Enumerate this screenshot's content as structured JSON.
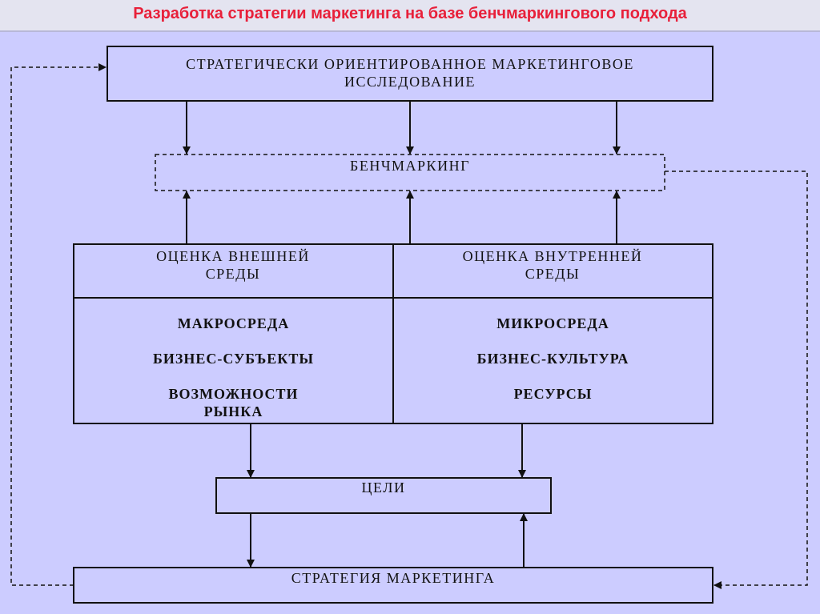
{
  "title": "Разработка стратегии маркетинга на базе бенчмаркингового подхода",
  "nodes": {
    "research": "СТРАТЕГИЧЕСКИ ОРИЕНТИРОВАННОЕ МАРКЕТИНГОВОЕ ИССЛЕДОВАНИЕ",
    "benchmarking": "БЕНЧМАРКИНГ",
    "external": {
      "header": "ОЦЕНКА ВНЕШНЕЙ СРЕДЫ",
      "items": [
        "МАКРОСРЕДА",
        "БИЗНЕС-СУБЪЕКТЫ",
        "ВОЗМОЖНОСТИ РЫНКА"
      ]
    },
    "internal": {
      "header": "ОЦЕНКА ВНУТРЕННЕЙ СРЕДЫ",
      "items": [
        "МИКРОСРЕДА",
        "БИЗНЕС-КУЛЬТУРА",
        "РЕСУРСЫ"
      ]
    },
    "goals": "ЦЕЛИ",
    "strategy": "СТРАТЕГИЯ МАРКЕТИНГА"
  },
  "colors": {
    "background": "#ccccff",
    "title": "#e8203a",
    "line": "#111111"
  }
}
